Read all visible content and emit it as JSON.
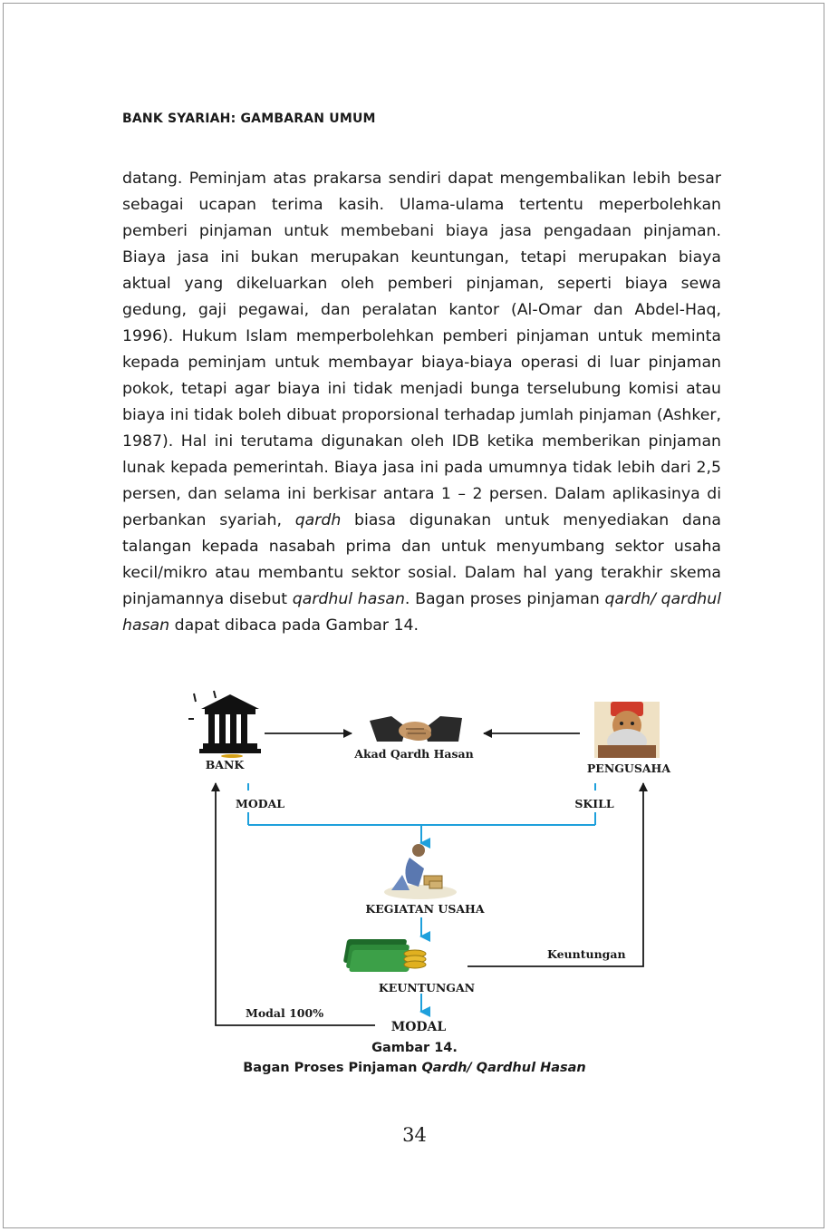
{
  "running_head": "BANK SYARIAH: GAMBARAN UMUM",
  "body": {
    "p1": "datang. Peminjam atas prakarsa sendiri dapat mengembalikan lebih besar sebagai ucapan terima kasih. Ulama-ulama tertentu meperbolehkan pemberi pinjaman untuk membebani biaya jasa pengadaan pinjaman. Biaya jasa ini bukan merupakan keuntungan, tetapi merupakan biaya aktual yang dikeluarkan oleh pemberi pinjaman, seperti biaya sewa gedung, gaji pegawai, dan peralatan kantor (Al-Omar dan Abdel-Haq, 1996). Hukum Islam memperbolehkan pemberi pinjaman untuk meminta kepada peminjam untuk membayar biaya-biaya operasi di luar pinjaman pokok, tetapi agar biaya ini tidak menjadi bunga terselubung komisi atau biaya ini tidak boleh dibuat proporsional terhadap jumlah pinjaman (Ashker, 1987). Hal ini terutama digunakan oleh IDB ketika memberikan pinjaman lunak kepada pemerintah. Biaya jasa ini pada umumnya tidak lebih dari 2,5 persen, dan selama ini berkisar antara 1 – 2 persen. Dalam aplikasinya di perbankan syariah,",
    "em1": "qardh",
    "p2": "biasa digunakan untuk menyediakan dana talangan kepada nasabah prima dan untuk menyumbang sektor usaha kecil/mikro atau membantu sektor sosial. Dalam hal yang terakhir skema pinjamannya disebut",
    "em2": "qardhul hasan",
    "p3": ". Bagan proses pinjaman",
    "em3": "qardh/ qardhul hasan",
    "p4": "dapat dibaca pada Gambar 14."
  },
  "diagram": {
    "bank_label": "BANK",
    "akad_label": "Akad Qardh Hasan",
    "pengusaha_label": "PENGUSAHA",
    "modal_label": "MODAL",
    "skill_label": "SKILL",
    "kegiatan_label": "KEGIATAN USAHA",
    "keuntungan_label": "KEUNTUNGAN",
    "keuntungan_arrow_label": "Keuntungan",
    "modal100_label": "Modal 100%",
    "modal_bottom_label": "MODAL",
    "colors": {
      "flow_blue": "#1ea0dc",
      "line": "#1a1a1a"
    }
  },
  "caption": {
    "number": "Gambar 14.",
    "title_plain": "Bagan Proses Pinjaman",
    "title_italic": "Qardh/ Qardhul Hasan"
  },
  "page_number": "34"
}
